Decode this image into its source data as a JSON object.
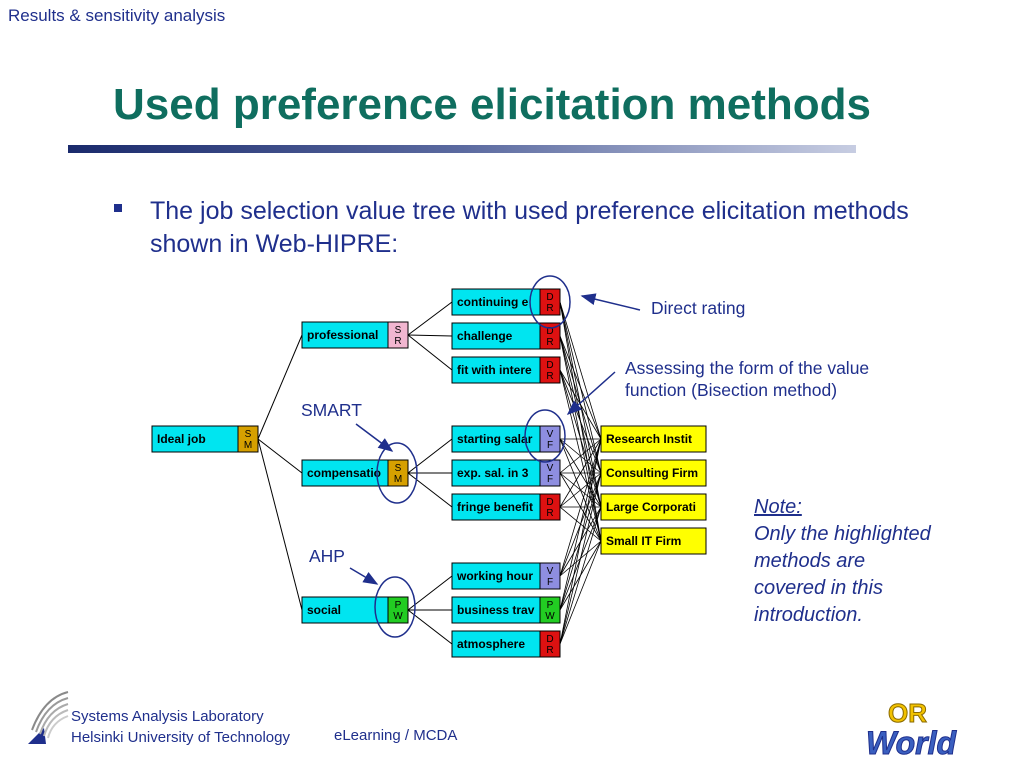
{
  "header": {
    "section": "Results & sensitivity analysis"
  },
  "title": "Used preference elicitation methods",
  "bullet": "The job selection value tree with used preference elicitation methods shown in Web-HIPRE:",
  "tree": {
    "root": {
      "label": "Ideal job",
      "code": [
        "S",
        "M"
      ],
      "color": "#d6a000"
    },
    "level1": [
      {
        "label": "professional",
        "code": [
          "S",
          "R"
        ],
        "color": "#f2b6d0"
      },
      {
        "label": "compensatio",
        "code": [
          "S",
          "M"
        ],
        "color": "#d6a000"
      },
      {
        "label": "social",
        "code": [
          "P",
          "W"
        ],
        "color": "#22cc22"
      }
    ],
    "level2": [
      {
        "label": "continuing e",
        "code": [
          "D",
          "R"
        ],
        "color": "#dd1111"
      },
      {
        "label": "challenge",
        "code": [
          "D",
          "R"
        ],
        "color": "#dd1111"
      },
      {
        "label": "fit with intere",
        "code": [
          "D",
          "R"
        ],
        "color": "#dd1111"
      },
      {
        "label": "starting salar",
        "code": [
          "V",
          "F"
        ],
        "color": "#8e8ee0"
      },
      {
        "label": "exp. sal. in 3",
        "code": [
          "V",
          "F"
        ],
        "color": "#8e8ee0"
      },
      {
        "label": "fringe benefit",
        "code": [
          "D",
          "R"
        ],
        "color": "#dd1111"
      },
      {
        "label": "working hour",
        "code": [
          "V",
          "F"
        ],
        "color": "#8e8ee0"
      },
      {
        "label": "business trav",
        "code": [
          "P",
          "W"
        ],
        "color": "#22cc22"
      },
      {
        "label": "atmosphere",
        "code": [
          "D",
          "R"
        ],
        "color": "#dd1111"
      }
    ],
    "alternatives": [
      "Research Instit",
      "Consulting Firm",
      "Large Corporati",
      "Small IT Firm"
    ],
    "node_color": "#00e5f0",
    "alt_color": "#ffff00"
  },
  "annotations": {
    "direct_rating": "Direct rating",
    "value_function_1": "Assessing the form of the value",
    "value_function_2": "function (Bisection method)",
    "smart": "SMART",
    "ahp": "AHP"
  },
  "note": {
    "title": "Note:",
    "lines": [
      "Only the highlighted",
      "methods are",
      "covered in this",
      "introduction."
    ]
  },
  "footer": {
    "lab_line1": "Systems Analysis Laboratory",
    "lab_line2": "Helsinki University of Technology",
    "course": "eLearning / MCDA",
    "logo_top": "OR",
    "logo_bottom": "World"
  },
  "colors": {
    "title": "#0f6e5f",
    "text": "#1f2f8c"
  }
}
